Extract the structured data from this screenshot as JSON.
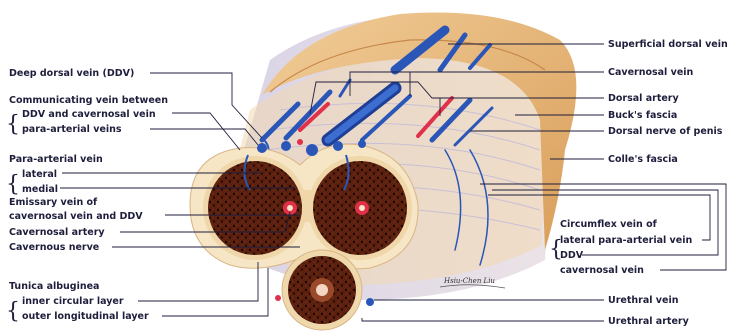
{
  "labels_left": {
    "deep_dorsal_vein": "Deep dorsal vein (DDV)",
    "communicating_vein_line1": "Communicating vein between",
    "communicating_vein_line2": "DDV and cavernosal vein",
    "para_arterial_veins": "para-arterial veins",
    "para_arterial_vein": "Para-arterial vein",
    "lateral": "lateral",
    "medial": "medial",
    "emissary_line1": "Emissary vein of",
    "emissary_line2": "cavernosal vein and DDV",
    "cavernosal_artery": "Cavernosal artery",
    "cavernous_nerve": "Cavernous nerve",
    "tunica_albuginea": "Tunica albuginea",
    "inner_circular_layer": "inner circular layer",
    "outer_longitudinal_layer": "outer longitudinal layer"
  },
  "labels_right": {
    "superficial_dorsal_vein": "Superficial dorsal vein",
    "cavernosal_vein": "Cavernosal vein",
    "dorsal_artery": "Dorsal artery",
    "bucks_fascia": "Buck's fascia",
    "dorsal_nerve": "Dorsal nerve of penis",
    "colles_fascia": "Colle's fascia",
    "circumflex_line1": "Circumflex vein of",
    "circumflex_line2": "lateral para-arterial vein",
    "ddv": "DDV",
    "cavernosal_vein_2": "cavernosal vein",
    "urethral_vein": "Urethral vein",
    "urethral_artery": "Urethral artery"
  },
  "signature": "Hsiu-Chen Liu",
  "colors": {
    "skin": "#e9bd82",
    "fascia": "#f2d4a4",
    "tunica": "#f6e6c6",
    "erectile": "#5a1f0e",
    "vein": "#2a56b8",
    "artery": "#e0304a",
    "label_text": "#1e1e3c"
  }
}
